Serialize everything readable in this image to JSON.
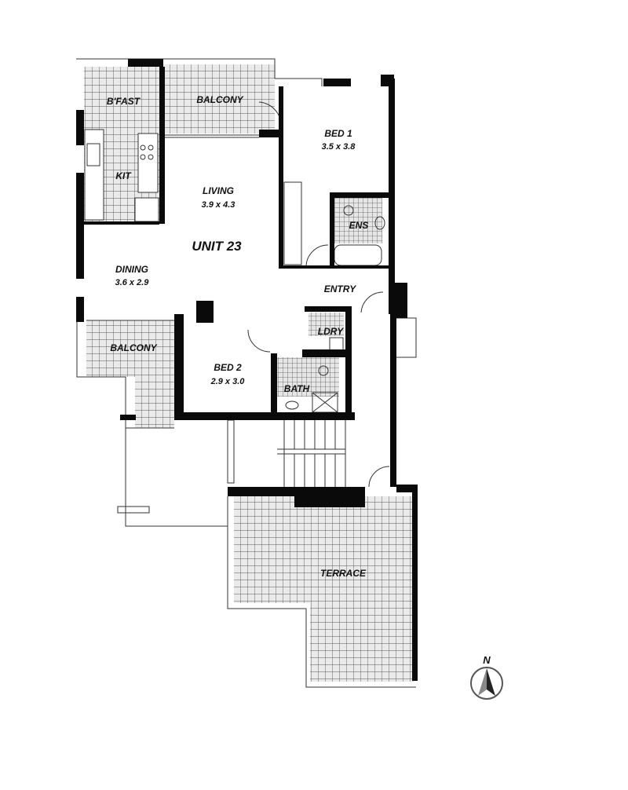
{
  "plan": {
    "unit_title": "UNIT 23",
    "rooms": {
      "bfast": {
        "label": "B'FAST"
      },
      "balcony_top": {
        "label": "BALCONY"
      },
      "bed1": {
        "label": "BED 1",
        "size": "3.5 x 3.8"
      },
      "kit": {
        "label": "KIT"
      },
      "living": {
        "label": "LIVING",
        "size": "3.9 x 4.3"
      },
      "ens": {
        "label": "ENS"
      },
      "dining": {
        "label": "DINING",
        "size": "3.6 x 2.9"
      },
      "entry": {
        "label": "ENTRY"
      },
      "balcony_lower": {
        "label": "BALCONY"
      },
      "ldry": {
        "label": "LDRY"
      },
      "bed2": {
        "label": "BED 2",
        "size": "2.9 x 3.0"
      },
      "bath": {
        "label": "BATH"
      },
      "terrace": {
        "label": "TERRACE"
      }
    },
    "compass": {
      "label": "N"
    },
    "colors": {
      "wall": "#0a0a0a",
      "tile_line": "#555555",
      "background": "#ffffff"
    }
  }
}
